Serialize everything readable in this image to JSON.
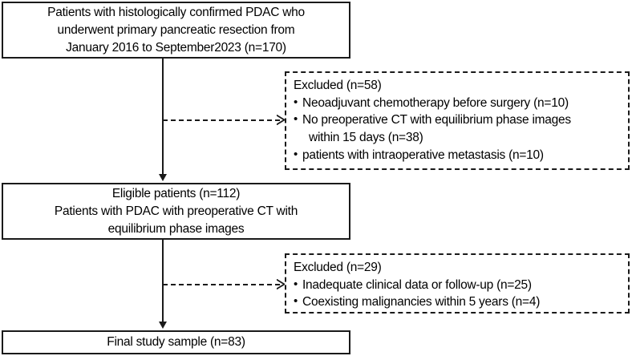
{
  "diagram": {
    "type": "study-flow-diagram",
    "title_text": "",
    "colors": {
      "stroke": "#1a1a1a",
      "background": "#ffffff",
      "text": "#000000"
    },
    "nodes": [
      {
        "id": "enrolled",
        "kind": "included",
        "border": "solid",
        "lines": [
          "Patients with histologically confirmed PDAC who",
          "underwent primary pancreatic resection from",
          "January 2016 to September2023 (n=170)"
        ],
        "count": 170
      },
      {
        "id": "eligible",
        "kind": "included",
        "border": "solid",
        "lines": [
          "Eligible patients (n=112)",
          "Patients with PDAC with preoperative CT with",
          "equilibrium phase images"
        ],
        "count": 112
      },
      {
        "id": "final",
        "kind": "included",
        "border": "solid",
        "lines": [
          "Final study sample (n=83)"
        ],
        "count": 83
      }
    ],
    "exclusions": [
      {
        "id": "excluded-1",
        "kind": "excluded",
        "border": "dashed",
        "header": "Excluded (n=58)",
        "count": 58,
        "items": [
          {
            "bullet": "•",
            "text": "Neoadjuvant chemotherapy before surgery (n=10)",
            "continuation": false
          },
          {
            "bullet": "•",
            "text": "No preoperative CT with equilibrium phase images",
            "continuation": false
          },
          {
            "bullet": "",
            "text": "within 15 days (n=38)",
            "continuation": true
          },
          {
            "bullet": "•",
            "text": "patients with intraoperative metastasis (n=10)",
            "continuation": false
          }
        ]
      },
      {
        "id": "excluded-2",
        "kind": "excluded",
        "border": "dashed",
        "header": "Excluded (n=29)",
        "count": 29,
        "items": [
          {
            "bullet": "•",
            "text": "Inadequate clinical data or follow-up (n=25)",
            "continuation": false
          },
          {
            "bullet": "•",
            "text": "Coexisting malignancies within 5 years (n=4)",
            "continuation": false
          }
        ]
      }
    ],
    "connectors": [
      {
        "id": "flow-enrolled-to-eligible",
        "style": "solid",
        "direction": "down"
      },
      {
        "id": "branch-to-excluded-1",
        "style": "dashed",
        "direction": "right"
      },
      {
        "id": "flow-eligible-to-final",
        "style": "solid",
        "direction": "down"
      },
      {
        "id": "branch-to-excluded-2",
        "style": "dashed",
        "direction": "right"
      }
    ]
  }
}
